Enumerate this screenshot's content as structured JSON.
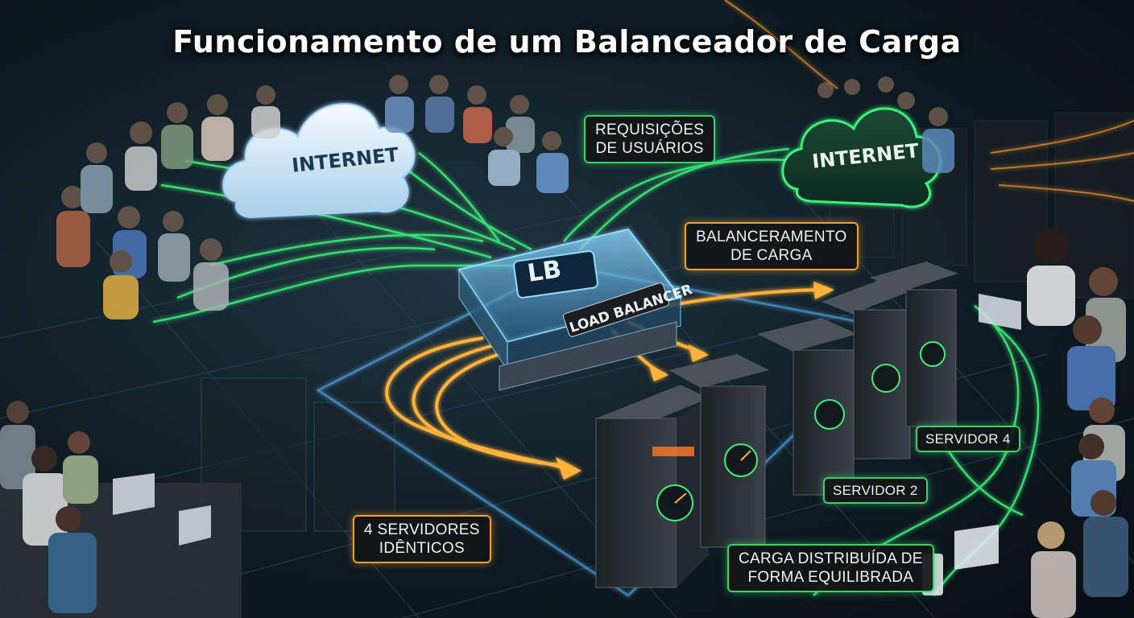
{
  "title": "Funcionamento de um Balanceador de Carga",
  "clouds": [
    {
      "label": "INTERNET"
    },
    {
      "label": "INTERNET"
    }
  ],
  "load_balancer": {
    "badge": "LB",
    "label": "LOAD BALANCER"
  },
  "callouts": {
    "requests": "REQUISIÇÕES\nDE USUÁRIOS",
    "balancing": "BALANCERAMENTO\nDE CARGA",
    "server4": "SERVIDOR 4",
    "server2": "SERVIDOR 2",
    "identical": "4 SERVIDORES\nIDÊNTICOS",
    "distributed": "CARGA DISTRIBUÍDA DE\nFORMA EQUILIBRADA"
  },
  "colors": {
    "request_flow": "#3ef07a",
    "balanced_flow": "#ffb23a",
    "cloud": "#cfe6f5",
    "lb_glass": "#6ec8ff",
    "rack": "#2a2f34"
  }
}
